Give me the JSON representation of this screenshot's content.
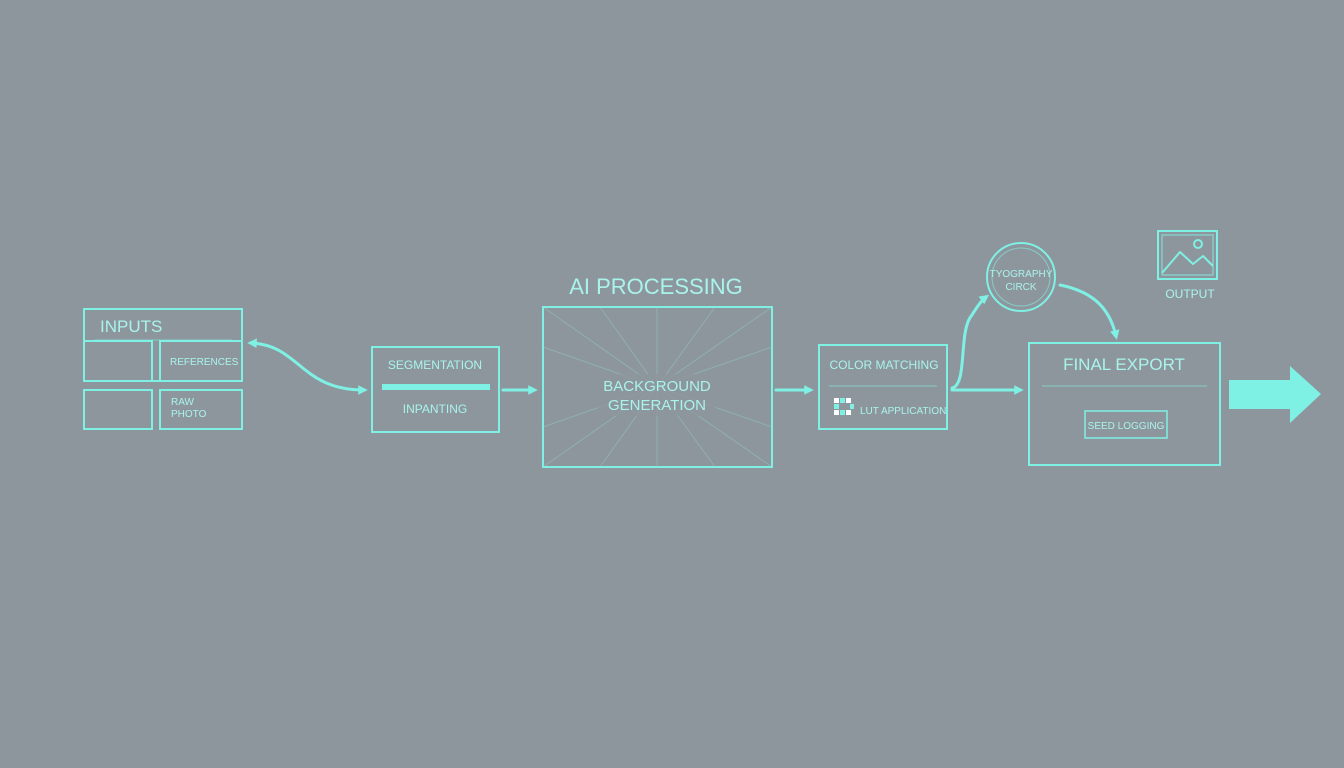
{
  "inputs": {
    "title": "INPUTS",
    "references": "REFERENCES",
    "raw_photo_line1": "RAW",
    "raw_photo_line2": "PHOTO"
  },
  "segmentation": {
    "segmentation_label": "SEGMENTATION",
    "inpainting_label": "INPANTING"
  },
  "ai_processing": {
    "title": "AI PROCESSING",
    "line1": "BACKGROUND",
    "line2": "GENERATION"
  },
  "color": {
    "matching_label": "COLOR MATCHING",
    "lut_label": "LUT APPLICATION"
  },
  "typography": {
    "line1": "TYOGRAPHY",
    "line2": "CIRCK"
  },
  "final_export": {
    "title": "FINAL EXPORT",
    "seed_logging": "SEED LOGGING"
  },
  "output": {
    "label": "OUTPUT",
    "icon": "image-icon"
  },
  "colors": {
    "background": "#8e969d",
    "accent": "#7ff0e4"
  }
}
